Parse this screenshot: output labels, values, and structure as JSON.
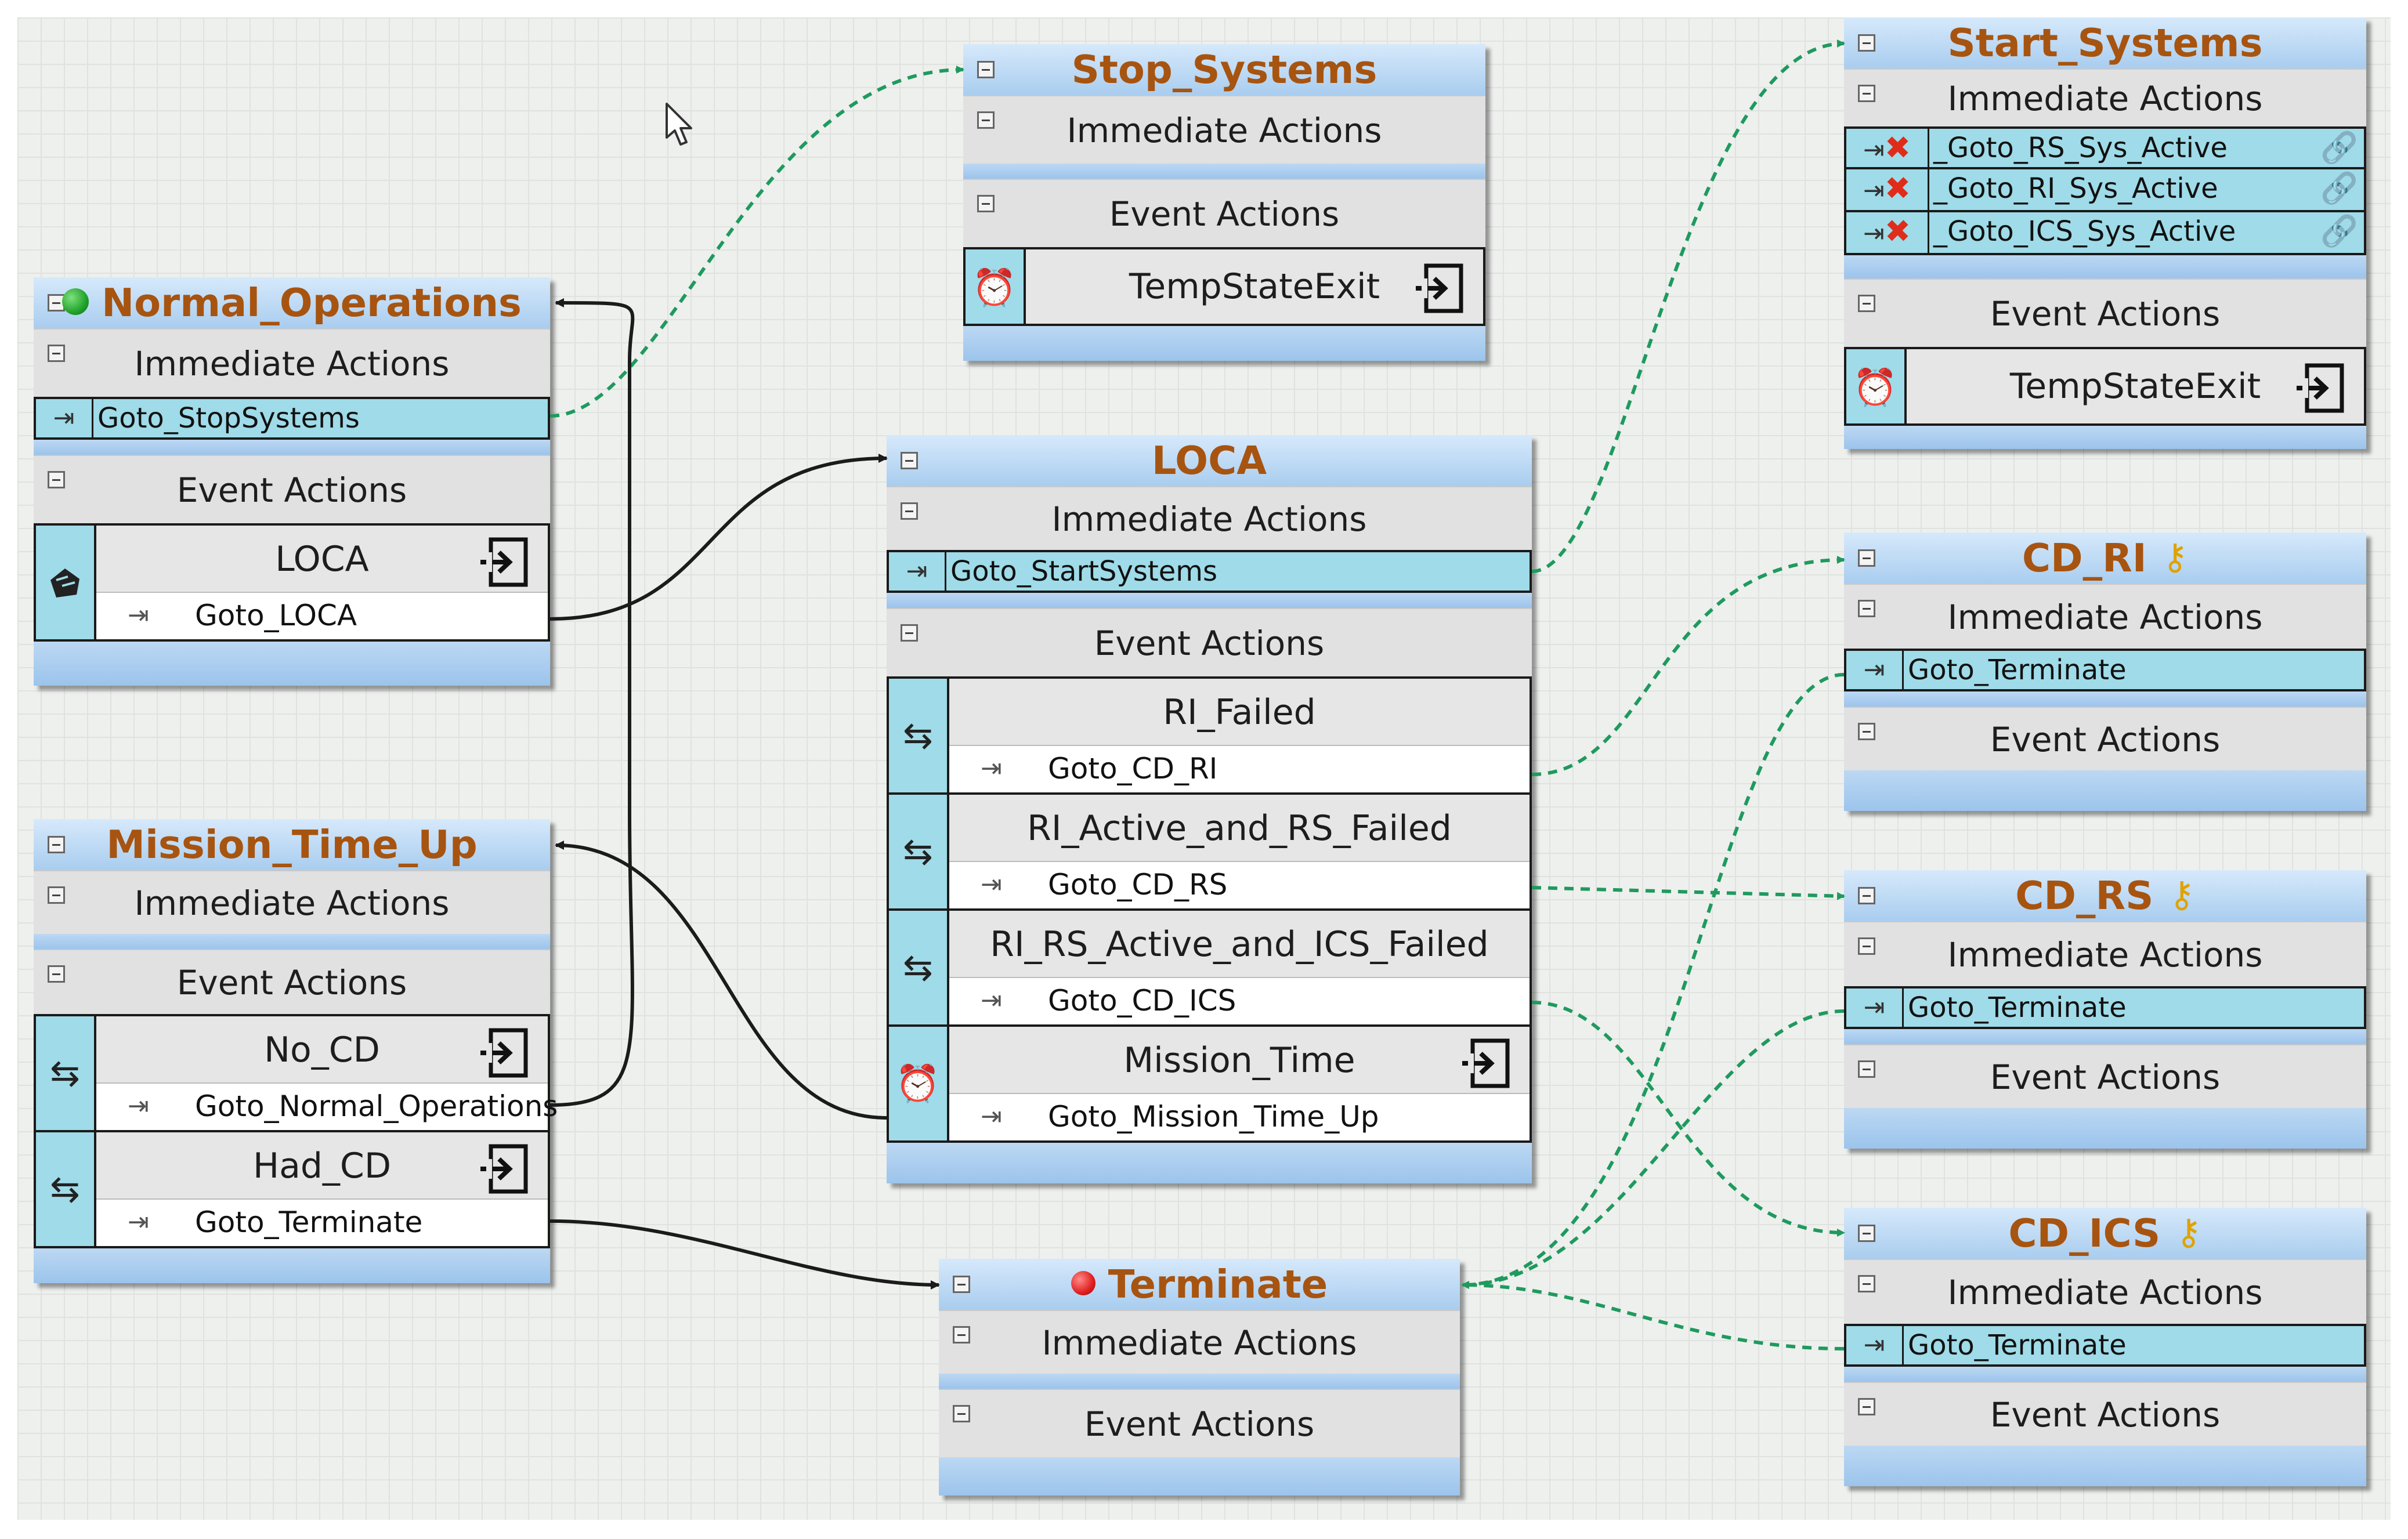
{
  "diagram": {
    "section_labels": {
      "immediate": "Immediate Actions",
      "event": "Event Actions"
    },
    "nodes": {
      "normal_operations": {
        "title": "Normal_Operations",
        "immediate_rows": [
          "Goto_StopSystems"
        ],
        "events": [
          {
            "name": "LOCA",
            "goto": "Goto_LOCA",
            "icon": "state-change-icon"
          }
        ]
      },
      "stop_systems": {
        "title": "Stop_Systems",
        "events": [
          {
            "name": "TempStateExit",
            "icon": "alarm-clock-icon"
          }
        ]
      },
      "start_systems": {
        "title": "Start_Systems",
        "immediate_rows": [
          "_Goto_RS_Sys_Active",
          "_Goto_RI_Sys_Active",
          "_Goto_ICS_Sys_Active"
        ],
        "events": [
          {
            "name": "TempStateExit",
            "icon": "alarm-clock-icon"
          }
        ]
      },
      "loca": {
        "title": "LOCA",
        "immediate_rows": [
          "Goto_StartSystems"
        ],
        "events": [
          {
            "name": "RI_Failed",
            "goto": "Goto_CD_RI",
            "icon": "component-failure-icon"
          },
          {
            "name": "RI_Active_and_RS_Failed",
            "goto": "Goto_CD_RS",
            "icon": "component-failure-icon"
          },
          {
            "name": "RI_RS_Active_and_ICS_Failed",
            "goto": "Goto_CD_ICS",
            "icon": "component-failure-icon"
          },
          {
            "name": "Mission_Time",
            "goto": "Goto_Mission_Time_Up",
            "icon": "alarm-clock-icon"
          }
        ]
      },
      "mission_time_up": {
        "title": "Mission_Time_Up",
        "events": [
          {
            "name": "No_CD",
            "goto": "Goto_Normal_Operations",
            "icon": "component-failure-icon"
          },
          {
            "name": "Had_CD",
            "goto": "Goto_Terminate",
            "icon": "component-failure-icon"
          }
        ]
      },
      "terminate": {
        "title": "Terminate"
      },
      "cd_ri": {
        "title": "CD_RI",
        "immediate_rows": [
          "Goto_Terminate"
        ]
      },
      "cd_rs": {
        "title": "CD_RS",
        "immediate_rows": [
          "Goto_Terminate"
        ]
      },
      "cd_ics": {
        "title": "CD_ICS",
        "immediate_rows": [
          "Goto_Terminate"
        ]
      }
    },
    "colors": {
      "title_text": "#a75410",
      "header_gradient_top": "#d6e9fb",
      "header_gradient_bottom": "#a9cdef",
      "action_row": "#9fdbe8",
      "section_gray": "#e1e1e1",
      "start_dot": "#21a32b",
      "end_dot": "#e01f1f",
      "dashed_link": "#1f9a5e",
      "solid_link": "#1b1b1b",
      "key": "#e0a200",
      "fail_x": "#e02c1a"
    }
  }
}
